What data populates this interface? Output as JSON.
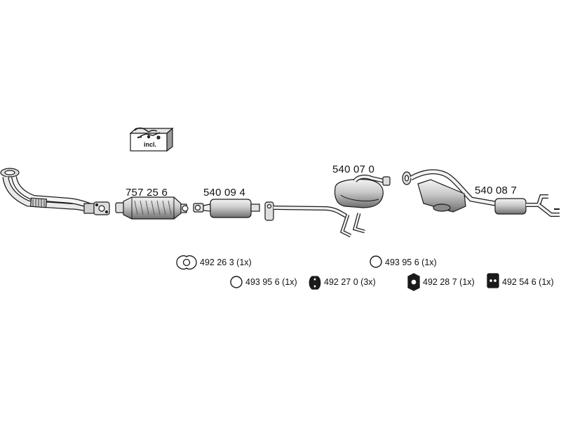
{
  "colors": {
    "line": "#1a1a1a",
    "fill_light": "#eeeeee",
    "fill_mid": "#bbbbbb",
    "fill_dark": "#777777",
    "background": "#ffffff"
  },
  "incl_box": {
    "label": "incl."
  },
  "parts": [
    {
      "number": "757 25 6",
      "icon": "catalytic-converter-icon"
    },
    {
      "number": "540 09 4",
      "icon": "front-silencer-icon"
    },
    {
      "number": "540 07 0",
      "icon": "middle-silencer-icon"
    },
    {
      "number": "540 08 7",
      "icon": "rear-silencer-icon"
    }
  ],
  "accessories": [
    {
      "number": "492 26 3",
      "qty": "(1x)",
      "icon": "flange-gasket-icon"
    },
    {
      "number": "493 95 6",
      "qty": "(1x)",
      "icon": "ring-gasket-icon"
    },
    {
      "number": "492 27 0",
      "qty": "(3x)",
      "icon": "rubber-mount-icon"
    },
    {
      "number": "493 95 6",
      "qty": "(1x)",
      "icon": "ring-gasket-icon"
    },
    {
      "number": "492 28 7",
      "qty": "(1x)",
      "icon": "rubber-ring-mount-icon"
    },
    {
      "number": "492 54 6",
      "qty": "(1x)",
      "icon": "hanger-mount-icon"
    }
  ]
}
